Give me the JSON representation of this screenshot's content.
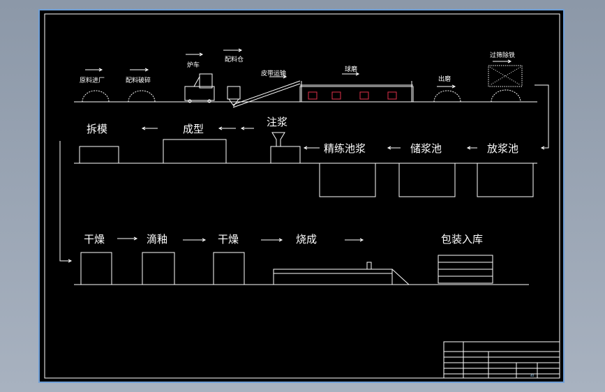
{
  "theme": {
    "background": "#000000",
    "stroke": "#ffffff",
    "frame_accent": "#6f9fd8",
    "brick": "#e0304a",
    "pale_cyan": "#9fd8ff"
  },
  "row1": {
    "raw_material": "原料进厂",
    "crushing": "配料破碎",
    "kiln_car": "炉车",
    "batching_bin": "配料仓",
    "belt_conveyor": "皮带运输",
    "ball_mill": "球磨",
    "discharge": "出磨",
    "sieve": "过筛除铁"
  },
  "row2": {
    "demold": "拆模",
    "forming": "成型",
    "casting": "注浆",
    "refine_tank": "精练池浆",
    "storage_tank": "储浆池",
    "release_tank": "放浆池"
  },
  "row3": {
    "dry1": "干燥",
    "glaze": "滴釉",
    "dry2": "干燥",
    "firing": "烧成",
    "packing": "包装入库"
  },
  "title_block": {
    "zoom_value": "40"
  }
}
